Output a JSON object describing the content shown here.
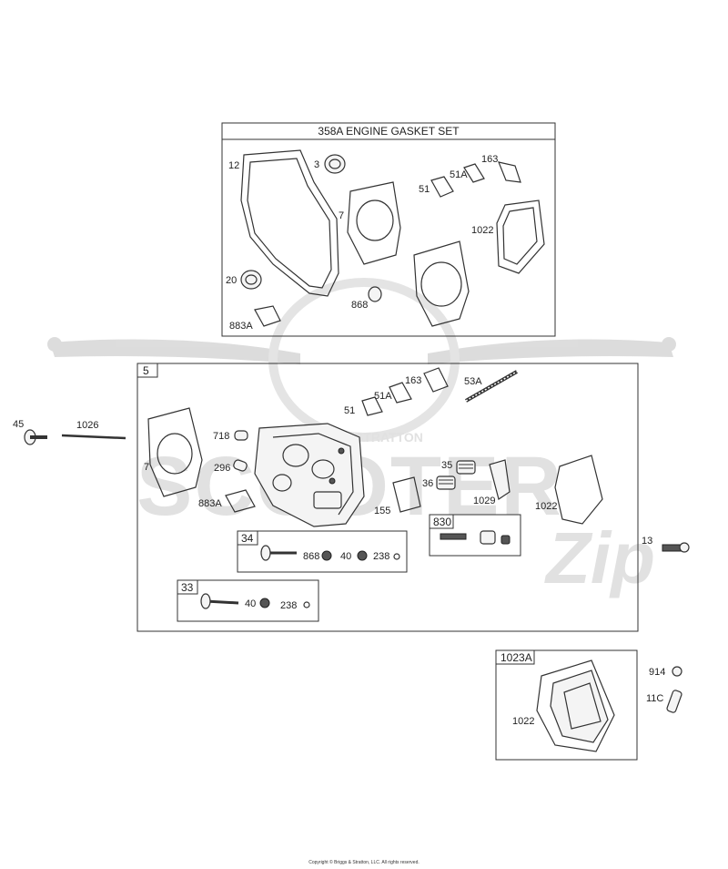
{
  "watermark": {
    "brand": "SCOOTER",
    "sub": "STRATTON",
    "script": "Zip"
  },
  "boxes": {
    "gasket_set_title": "358A ENGINE GASKET SET",
    "head_assy": "5",
    "box_34": "34",
    "box_33": "33",
    "box_830": "830",
    "box_1023A": "1023A"
  },
  "labels": {
    "g_12": "12",
    "g_3": "3",
    "g_7": "7",
    "g_51": "51",
    "g_51A": "51A",
    "g_163": "163",
    "g_1022": "1022",
    "g_20": "20",
    "g_868": "868",
    "g_883A": "883A",
    "h_45": "45",
    "h_1026": "1026",
    "h_7": "7",
    "h_718": "718",
    "h_296": "296",
    "h_883A": "883A",
    "h_51": "51",
    "h_51A": "51A",
    "h_163": "163",
    "h_53A": "53A",
    "h_35": "35",
    "h_36": "36",
    "h_155": "155",
    "h_1029": "1029",
    "h_1022": "1022",
    "h_13": "13",
    "b34_868": "868",
    "b34_40": "40",
    "b34_238": "238",
    "b33_40": "40",
    "b33_238": "238",
    "c_914": "914",
    "c_11C": "11C",
    "c_1022": "1022"
  },
  "footer": {
    "copyright": "Copyright © Briggs & Stratton, LLC. All rights reserved."
  }
}
